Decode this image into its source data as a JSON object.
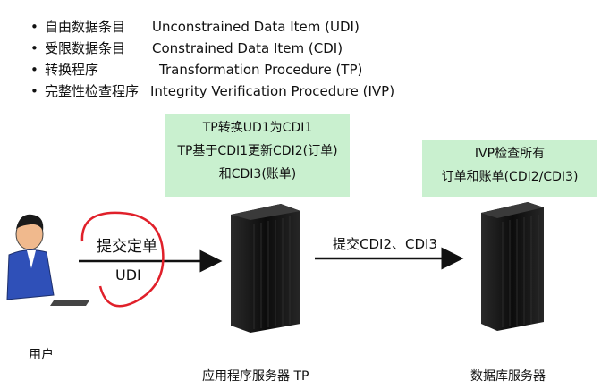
{
  "bullets": [
    {
      "cn": "自由数据条目",
      "en": "Unconstrained Data Item (UDI)"
    },
    {
      "cn": "受限数据条目",
      "en": "Constrained Data Item (CDI)"
    },
    {
      "cn": "转换程序",
      "en": "Transformation Procedure (TP)"
    },
    {
      "cn": "完整性检查程序",
      "en": "Integrity Verification Procedure (IVP)"
    }
  ],
  "tp_box": {
    "line1": "TP转换UD1为CDI1",
    "line2": "TP基于CDI1更新CDI2(订单)",
    "line3": "和CDI3(账单)"
  },
  "ivp_box": {
    "line1": "IVP检查所有",
    "line2": "订单和账单(CDI2/CDI3)"
  },
  "arrow_user_label": {
    "line1": "提交定单",
    "line2": "UDI"
  },
  "arrow_server_label": "提交CDI2、CDI3",
  "labels": {
    "user": "用户",
    "app_server": "应用程序服务器 TP",
    "db_server": "数据库服务器"
  },
  "colors": {
    "box_bg": "#c9f0cf",
    "annotation": "#e0202a",
    "server": "#1a1a1a"
  }
}
